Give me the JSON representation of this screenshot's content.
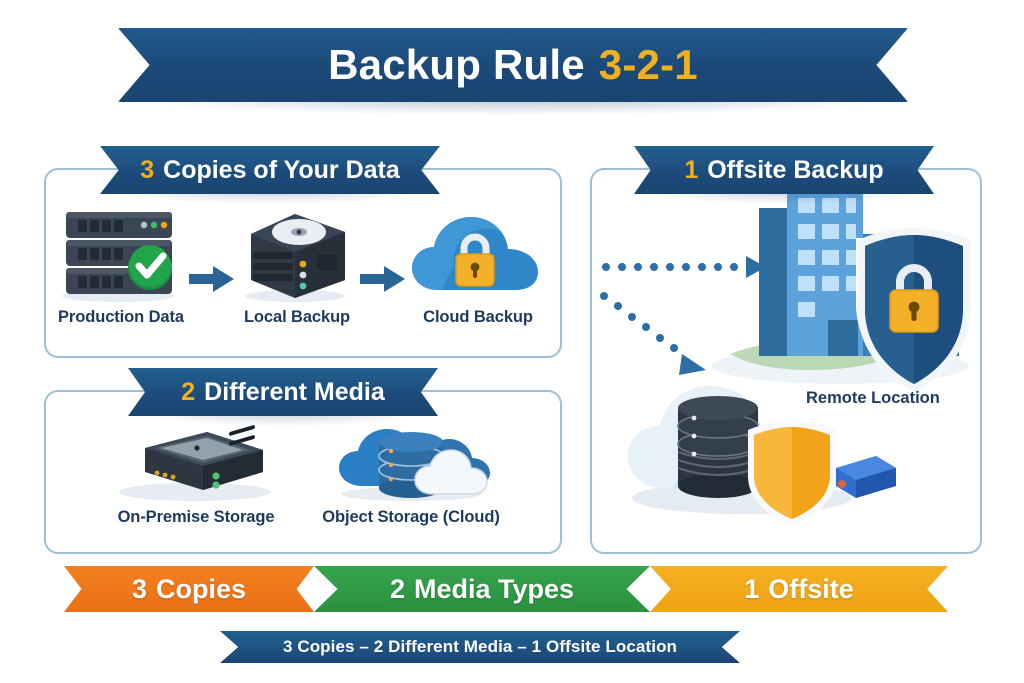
{
  "title": {
    "main": "Backup Rule",
    "accent": "3-2-1"
  },
  "panels": {
    "copies": {
      "number": "3",
      "heading": "Copies of Your Data",
      "items": [
        {
          "label": "Production Data",
          "icon": "server-rack-check-icon"
        },
        {
          "label": "Local Backup",
          "icon": "nas-disk-icon"
        },
        {
          "label": "Cloud Backup",
          "icon": "cloud-lock-icon"
        }
      ],
      "connector_icon": "arrow-right-icon"
    },
    "media": {
      "number": "2",
      "heading": "Different Media",
      "items": [
        {
          "label": "On-Premise Storage",
          "icon": "nas-box-icon"
        },
        {
          "label": "Object Storage (Cloud)",
          "icon": "cloud-database-icon"
        }
      ]
    },
    "offsite": {
      "number": "1",
      "heading": "Offsite Backup",
      "remote_label": "Remote Location",
      "icons": [
        "office-buildings-icon",
        "shield-lock-icon",
        "cloud-database-shield-icon",
        "dotted-arrow-icon"
      ]
    }
  },
  "bands": [
    {
      "number": "3",
      "label": "Copies",
      "color": "#ec7016"
    },
    {
      "number": "2",
      "label": "Media Types",
      "color": "#2b9040"
    },
    {
      "number": "1",
      "label": "Offsite",
      "color": "#efa315"
    }
  ],
  "footer": "3 Copies – 2 Different Media – 1 Offsite Location",
  "colors": {
    "brand_blue": "#1c4a7a",
    "accent_gold": "#f2b01e",
    "panel_border": "#9dc0d8",
    "label_text": "#1e3a5f",
    "arrow_blue": "#2a6496",
    "orange": "#ec7016",
    "green": "#2b9040",
    "amber": "#efa315",
    "check_green": "#22a44b",
    "background": "#ffffff"
  }
}
